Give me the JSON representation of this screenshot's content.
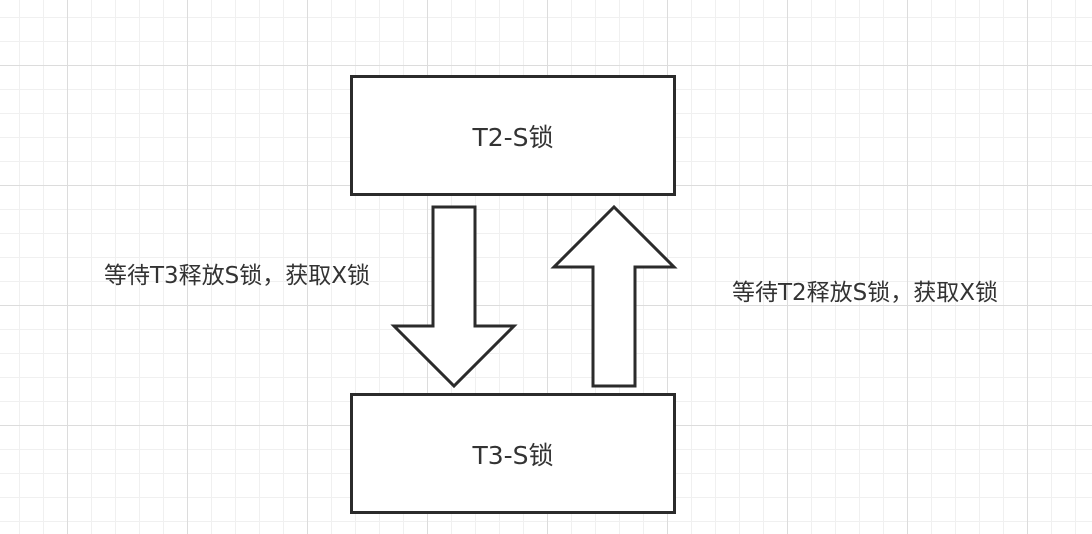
{
  "diagram": {
    "nodes": [
      {
        "id": "t2",
        "label": "T2-S锁"
      },
      {
        "id": "t3",
        "label": "T3-S锁"
      }
    ],
    "edges": [
      {
        "from": "t2",
        "to": "t3",
        "label": "等待T3释放S锁，获取X锁"
      },
      {
        "from": "t3",
        "to": "t2",
        "label": "等待T2释放S锁，获取X锁"
      }
    ]
  },
  "colors": {
    "stroke": "#2b2b2b",
    "text": "#333333",
    "grid": "#dcdcdc",
    "background": "#ffffff"
  }
}
